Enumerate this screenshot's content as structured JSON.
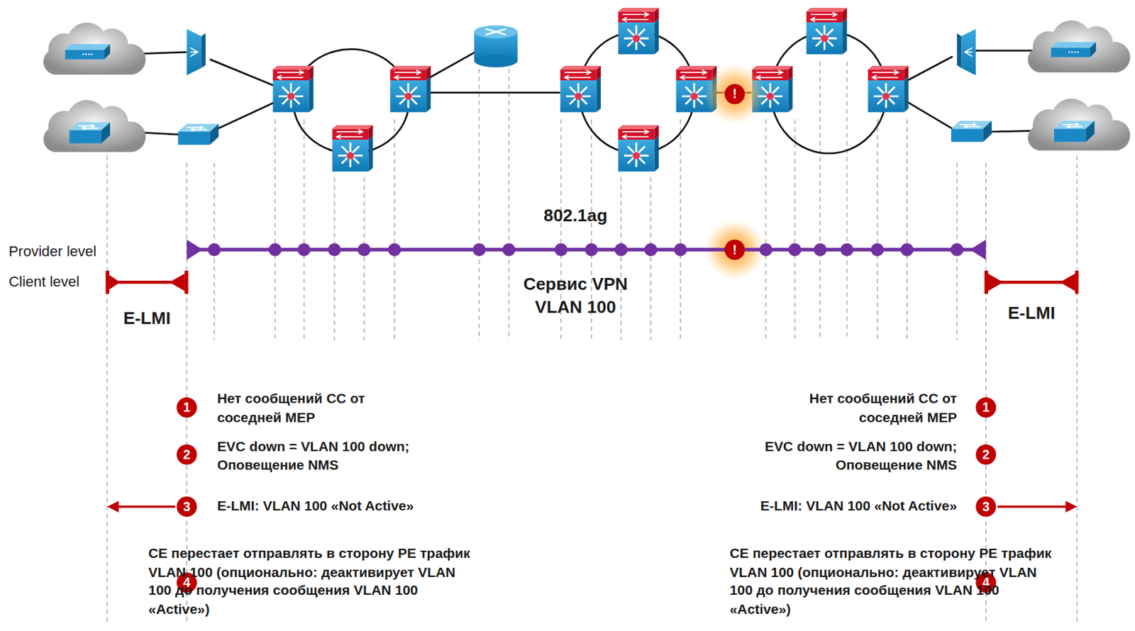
{
  "diagram": {
    "nodes": [
      {
        "text": [
          "!"
        ]
      },
      {
        "text": [
          "!"
        ]
      },
      {
        "text": [
          "1"
        ]
      },
      {
        "text": [
          "1"
        ]
      },
      {
        "text": [
          "2"
        ]
      },
      {
        "text": [
          "2"
        ]
      },
      {
        "text": [
          "3"
        ]
      },
      {
        "text": [
          "3"
        ]
      },
      {
        "text": [
          "4"
        ]
      },
      {
        "text": [
          "4"
        ]
      }
    ],
    "labels": [
      "802.1ag",
      "Provider level",
      "Client level",
      "Сервис VPN VLAN 100",
      "E-LMI",
      "E-LMI",
      "Нет сообщений CC от соседней MEP",
      "Нет сообщений CC от соседней MEP",
      "EVC down = VLAN 100 down; Оповещение NMS",
      "EVC down = VLAN 100 down; Оповещение NMS",
      "E-LMI: VLAN 100 «Not Active»",
      "E-LMI: VLAN 100 «Not Active»",
      "CE перестает отправлять в сторону PE трафик VLAN 100 (опционально: деактивирует VLAN 100 до получения сообщения VLAN 100 «Active»)",
      "CE перестает отправлять в сторону PE трафик VLAN 100 (опционально: деактивирует VLAN 100 до получения сообщения VLAN 100 «Active»)"
    ]
  }
}
